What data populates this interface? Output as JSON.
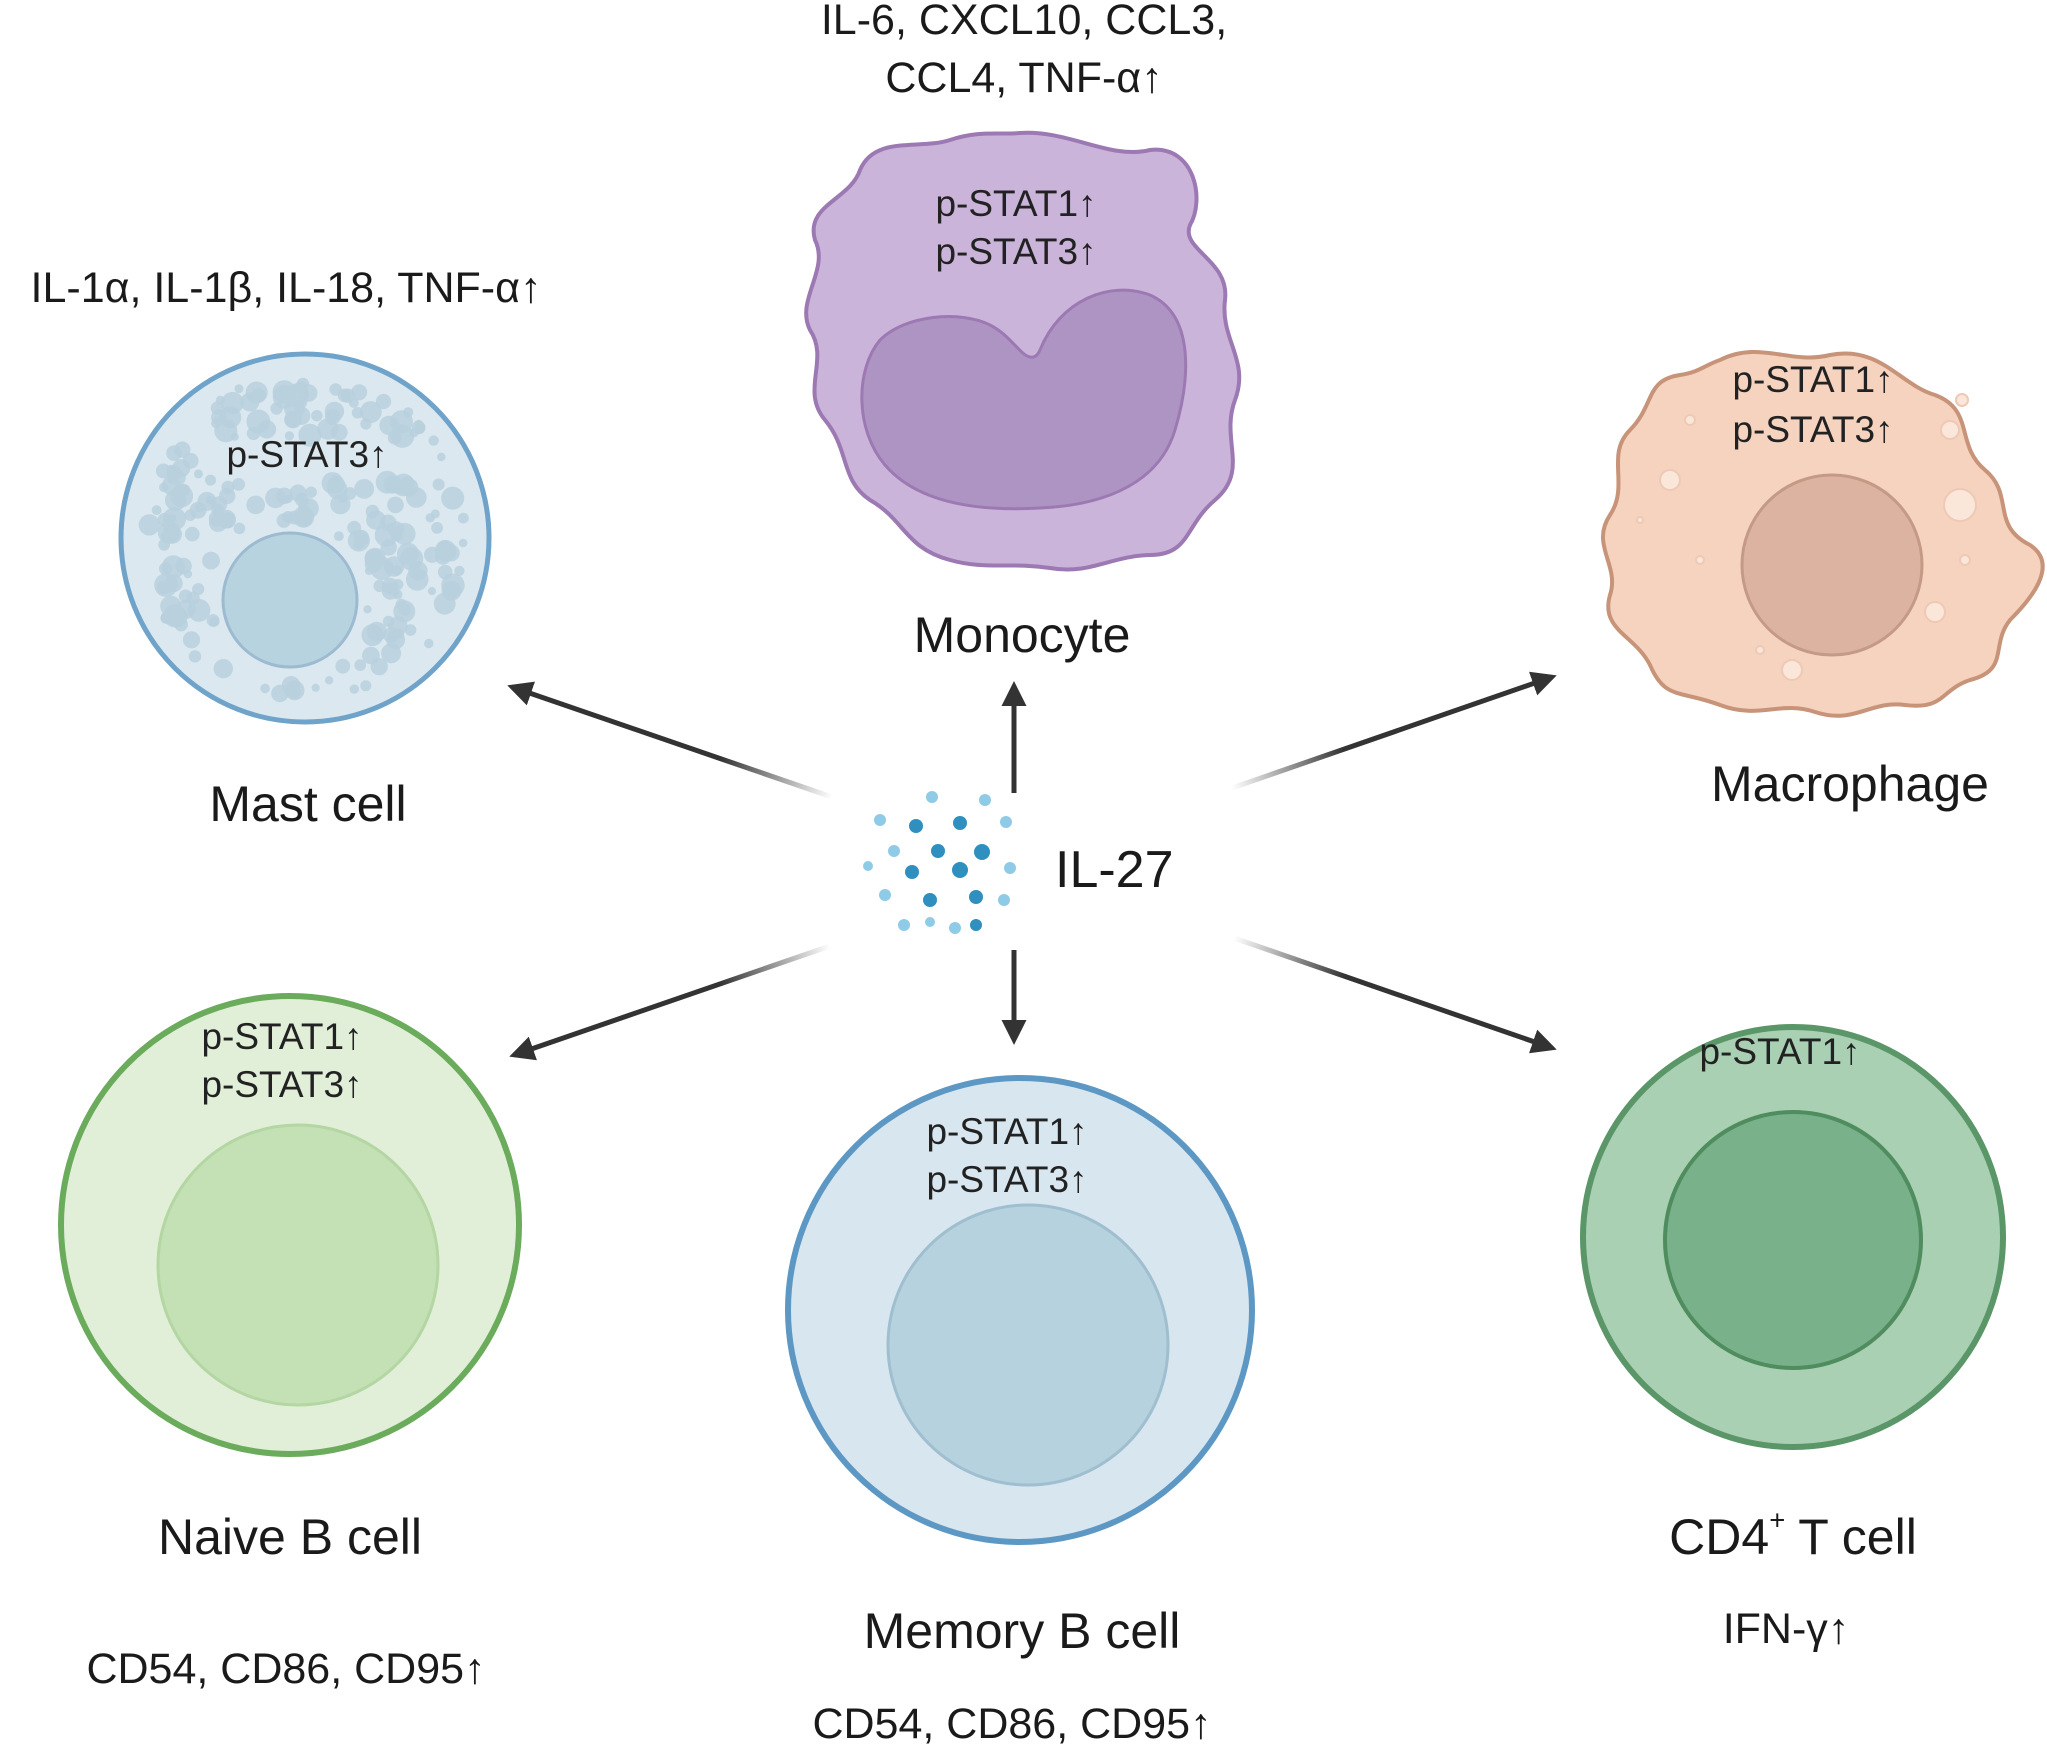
{
  "center": {
    "name": "IL-27",
    "color_main": "#2f8fbf",
    "color_light": "#8fcbe6"
  },
  "cells": {
    "monocyte": {
      "name": "Monocyte",
      "signaling": [
        "p-STAT1↑",
        "p-STAT3↑"
      ],
      "outputs": [
        "IL-6, CXCL10, CCL3,",
        "CCL4, TNF-α↑"
      ],
      "fill": "#cbb4da",
      "stroke": "#9c79b3",
      "nucleus": "#ae94c3"
    },
    "mast": {
      "name": "Mast cell",
      "signaling": [
        "p-STAT3↑"
      ],
      "outputs": [
        "IL-1α, IL-1β, IL-18, TNF-α↑"
      ],
      "fill": "#dbe8ef",
      "stroke": "#6fa3c9",
      "nucleus": "#b7d3df"
    },
    "macrophage": {
      "name": "Macrophage",
      "signaling": [
        "p-STAT1↑",
        "p-STAT3↑"
      ],
      "outputs": [],
      "fill": "#f5d3bf",
      "stroke": "#c7947a",
      "nucleus": "#dcb3a1"
    },
    "naive_b": {
      "name": "Naive B cell",
      "signaling": [
        "p-STAT1↑",
        "p-STAT3↑"
      ],
      "outputs": [
        "CD54, CD86, CD95↑"
      ],
      "fill": "#e1efd8",
      "stroke": "#6bab5c",
      "nucleus": "#c4e1b5"
    },
    "memory_b": {
      "name": "Memory B cell",
      "signaling": [
        "p-STAT1↑",
        "p-STAT3↑"
      ],
      "outputs": [
        "CD54, CD86, CD95↑"
      ],
      "fill": "#d8e6ef",
      "stroke": "#5d98c5",
      "nucleus": "#b6d2de"
    },
    "cd4_t": {
      "name_main": "CD4",
      "name_sup": "+",
      "name_rest": " T cell",
      "signaling": [
        "p-STAT1↑"
      ],
      "outputs": [
        "IFN-γ↑"
      ],
      "fill": "#a9d0b3",
      "stroke": "#5a9668",
      "nucleus": "#78b18a"
    }
  },
  "arrow_color": "#333333"
}
